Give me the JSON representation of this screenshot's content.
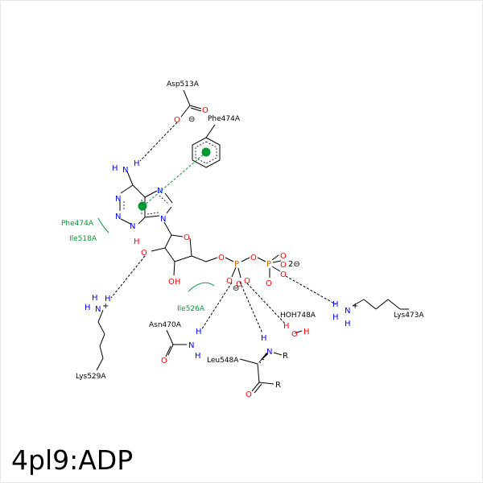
{
  "title": "4pl9:ADP",
  "colors": {
    "nitrogen": "#0000ff",
    "oxygen": "#ff0000",
    "phosphorus": "#cc6600",
    "residue_label": "#000000",
    "hydrophobic_label": "#009933",
    "hbond_line": "#000000",
    "pi_stack": "#009933"
  },
  "residues": {
    "asp513": "Asp513A",
    "phe474_top": "Phe474A",
    "phe474_hydrophobic": "Phe474A",
    "ile518": "Ile518A",
    "ile526": "Ile526A",
    "asn470": "Asn470A",
    "leu548": "Leu548A",
    "lys529": "Lys529A",
    "lys473": "Lys473A",
    "water": "HOH748A"
  },
  "atoms": {
    "O": "O",
    "N": "N",
    "H": "H",
    "P": "P",
    "R": "R",
    "OH": "OH",
    "minus": "⊖",
    "charge2": "2⊖",
    "plus": "+"
  }
}
